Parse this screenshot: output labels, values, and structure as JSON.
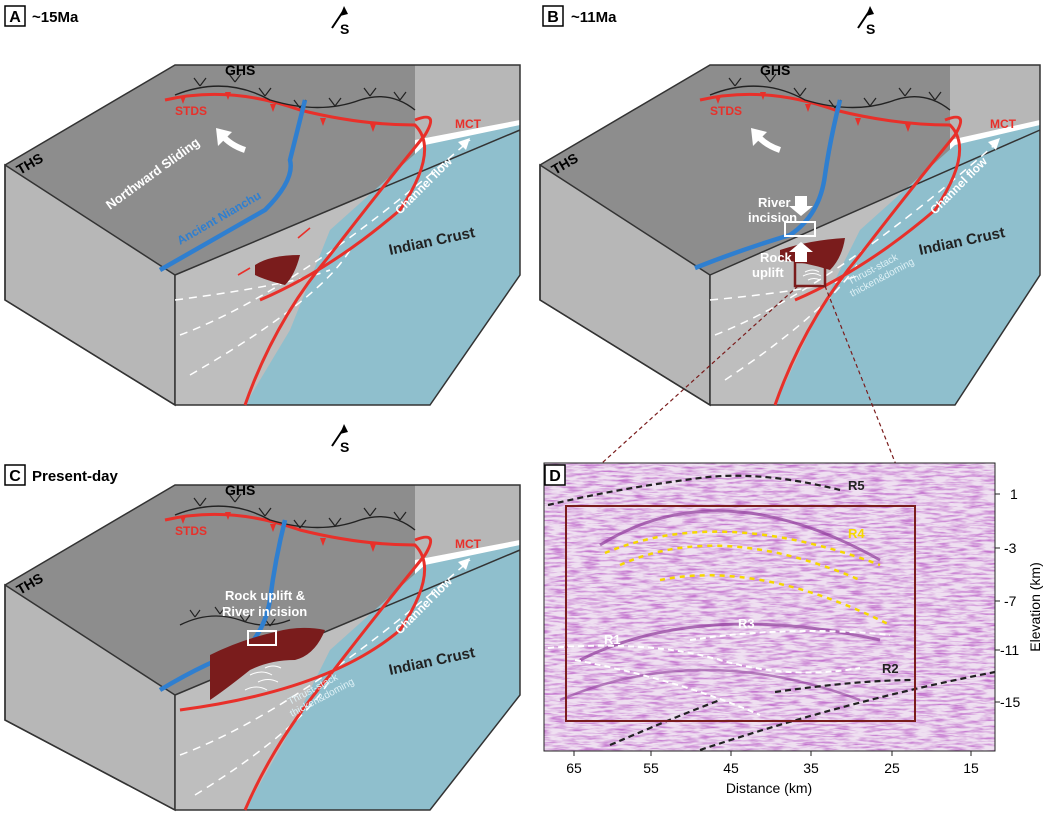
{
  "panels": {
    "a": {
      "letter": "A",
      "time": "~15Ma",
      "north": "S",
      "labels": {
        "ghs": "GHS",
        "ths": "THS",
        "stds": "STDS",
        "mct": "MCT",
        "channel_flow": "Channel flow",
        "indian_crust": "Indian Crust",
        "northward_sliding": "Northward Sliding",
        "river": "Ancient Nianchu"
      }
    },
    "b": {
      "letter": "B",
      "time": "~11Ma",
      "north": "S",
      "labels": {
        "ghs": "GHS",
        "ths": "THS",
        "stds": "STDS",
        "mct": "MCT",
        "channel_flow": "Channel flow",
        "indian_crust": "Indian Crust",
        "river_incision_1": "River",
        "river_incision_2": "incision",
        "rock_uplift_1": "Rock",
        "rock_uplift_2": "uplift",
        "thrust_stack_1": "Thrust-stack",
        "thrust_stack_2": "thicken&doming"
      }
    },
    "c": {
      "letter": "C",
      "time": "Present-day",
      "north": "S",
      "labels": {
        "ghs": "GHS",
        "ths": "THS",
        "stds": "STDS",
        "mct": "MCT",
        "channel_flow": "Channel flow",
        "indian_crust": "Indian Crust",
        "uplift_incision_1": "Rock uplift &",
        "uplift_incision_2": "River incision",
        "thrust_stack_1": "Thrust-stack",
        "thrust_stack_2": "thicken&doming"
      }
    },
    "d": {
      "letter": "D",
      "reflectors": {
        "r1": "R1",
        "r2": "R2",
        "r3": "R3",
        "r4": "R4",
        "r5": "R5"
      },
      "x_axis": {
        "label": "Distance (km)",
        "ticks": [
          "65",
          "55",
          "45",
          "35",
          "25",
          "15"
        ]
      },
      "y_axis": {
        "label": "Elevation (km)",
        "ticks": [
          "1",
          "-3",
          "-7",
          "-11",
          "-15"
        ]
      }
    }
  },
  "colors": {
    "fault_red": "#e8302a",
    "river_blue": "#2f7fd0",
    "indian_crust": "#8fbfcd",
    "block_top": "#8d8d8d",
    "block_side": "#b7b7b7",
    "dome_dark_red": "#7a1c1c",
    "seismic_purple": "#c9a6cf",
    "r4_yellow": "#f5d800"
  }
}
